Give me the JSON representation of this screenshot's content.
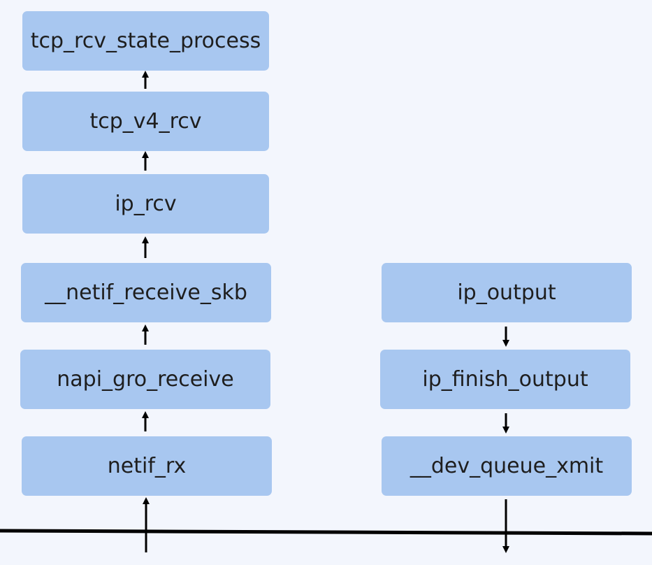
{
  "diagram": {
    "receive_path": [
      "tcp_rcv_state_process",
      "tcp_v4_rcv",
      "ip_rcv",
      "__netif_receive_skb",
      "napi_gro_receive",
      "netif_rx"
    ],
    "send_path": [
      "ip_output",
      "ip_finish_output",
      "__dev_queue_xmit"
    ],
    "colors": {
      "background": "#f3f6fd",
      "box_fill": "#a8c7f0",
      "text": "#1e1e1e",
      "line": "#000000"
    }
  }
}
